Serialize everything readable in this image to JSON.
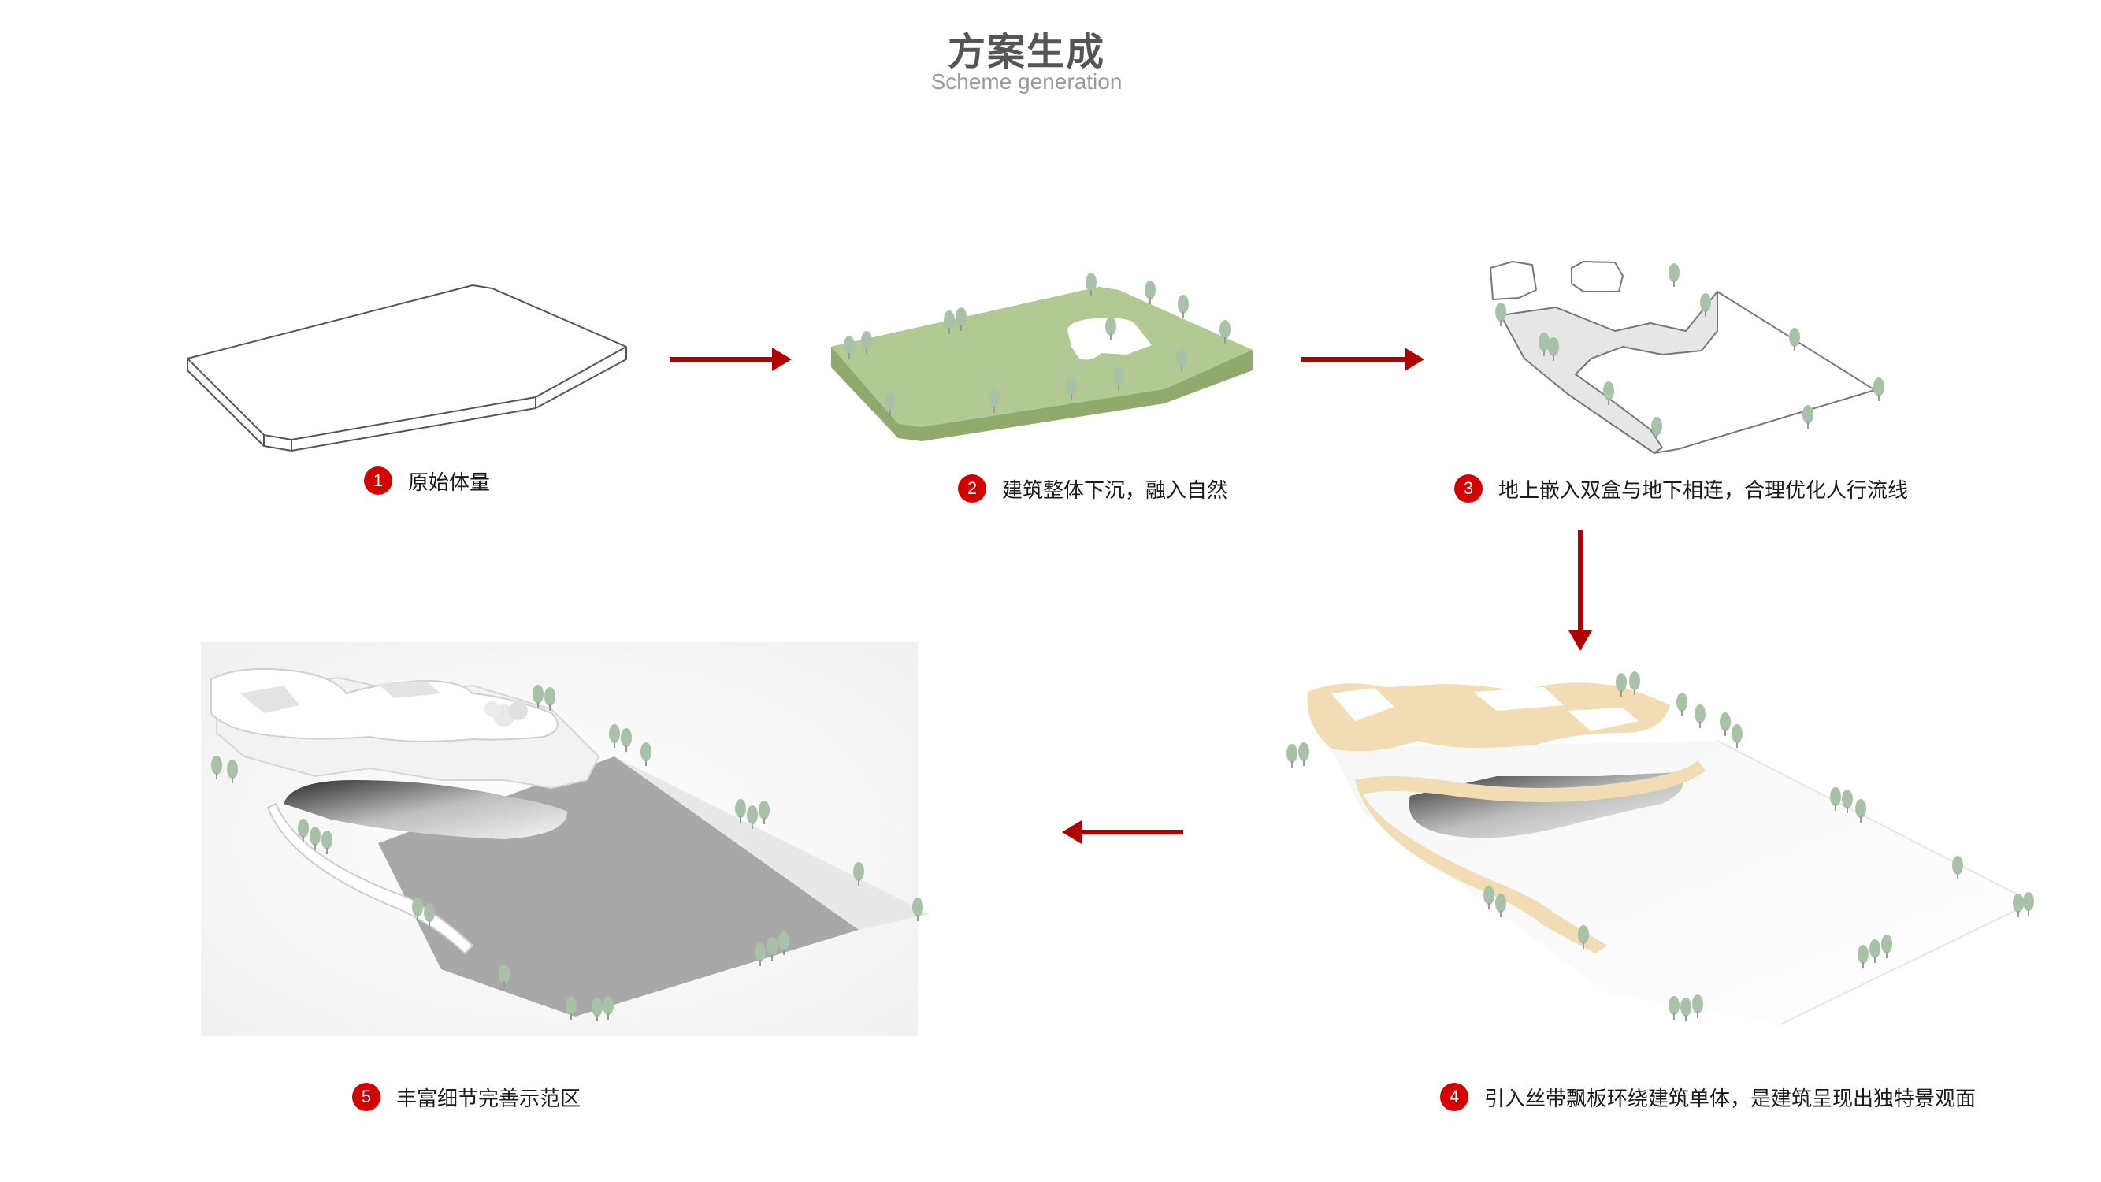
{
  "title": "方案生成",
  "subtitle": "Scheme generation",
  "steps": [
    {
      "num": "1",
      "label": "原始体量"
    },
    {
      "num": "2",
      "label": "建筑整体下沉，融入自然"
    },
    {
      "num": "3",
      "label": "地上嵌入双盒与地下相连，合理优化人行流线"
    },
    {
      "num": "4",
      "label": "引入丝带飘板环绕建筑单体，是建筑呈现出独特景观面"
    },
    {
      "num": "5",
      "label": "丰富细节完善示范区"
    }
  ],
  "colors": {
    "accent_red": "#d40000",
    "arrow_red": "#b00000",
    "grass_green": "#b2c993",
    "grass_side": "#8faa6c",
    "ribbon_beige": "#f1dcb4",
    "tree_green": "#a8c2a8",
    "sunken_plaza_gray": "#bfbfbf"
  },
  "icons": {
    "arrow": "arrow-right-icon",
    "tree": "tree-icon"
  }
}
